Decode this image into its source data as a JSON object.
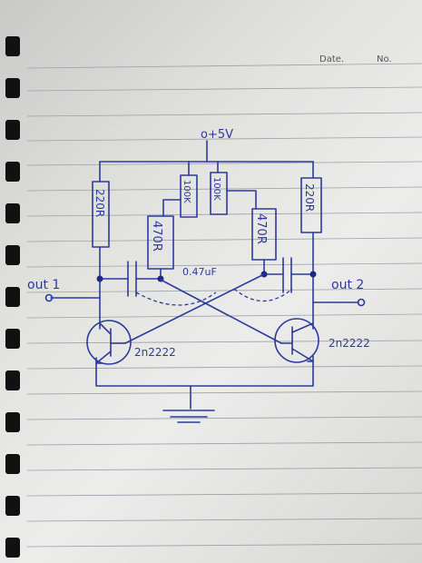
{
  "header": {
    "date_label": "Date.",
    "no_label": "No."
  },
  "circuit": {
    "supply": "o+5V",
    "r1": "220R",
    "r2": "100K",
    "r3": "100K",
    "r4": "220R",
    "r5": "470R",
    "r6": "470R",
    "capacitor": "0.47uF",
    "output_left": "out 1",
    "output_right": "out 2",
    "transistor_left": "2n2222",
    "transistor_right": "2n2222"
  }
}
